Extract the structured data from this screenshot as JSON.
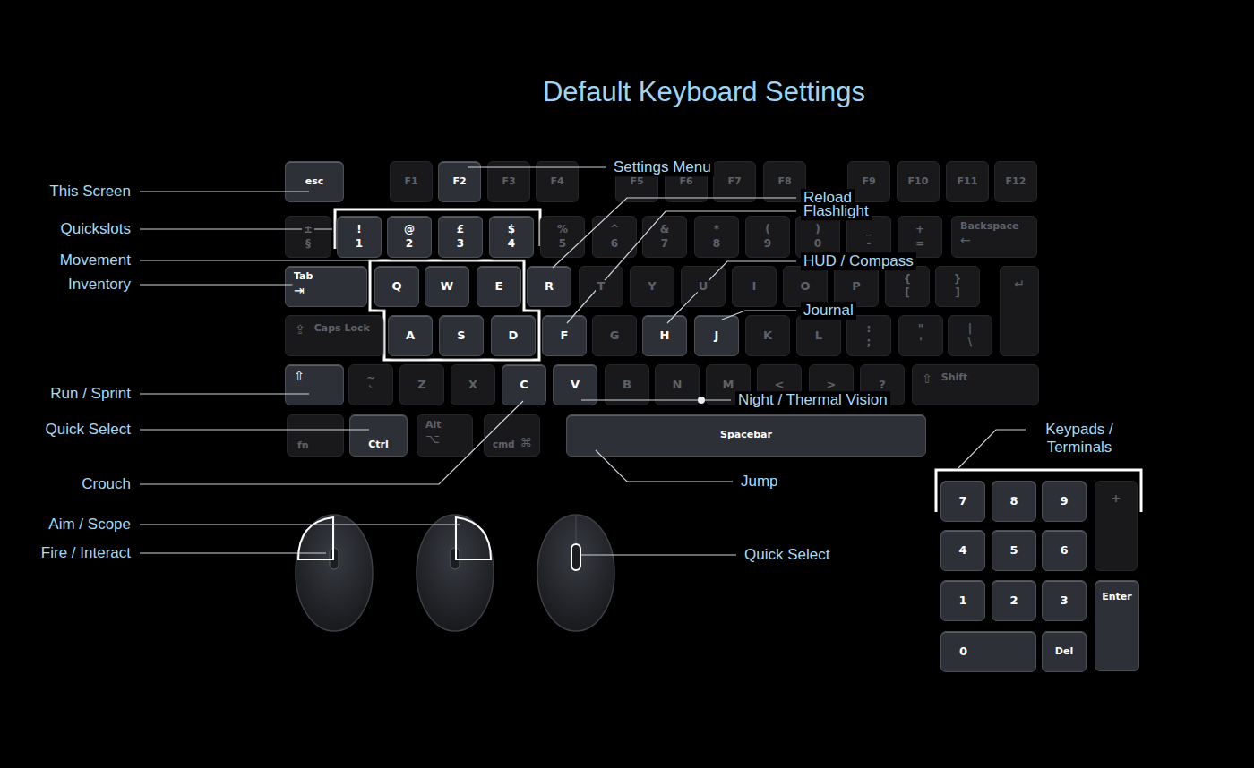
{
  "diagram": {
    "title": "Default Keyboard Settings",
    "nodes": [
      {
        "text": [
          "esc"
        ]
      },
      {
        "text": [
          "F1"
        ]
      },
      {
        "text": [
          "F2"
        ]
      },
      {
        "text": [
          "F3"
        ]
      },
      {
        "text": [
          "F4"
        ]
      },
      {
        "text": [
          "F5"
        ]
      },
      {
        "text": [
          "F6"
        ]
      },
      {
        "text": [
          "F7"
        ]
      },
      {
        "text": [
          "F8"
        ]
      },
      {
        "text": [
          "F9"
        ]
      },
      {
        "text": [
          "F10"
        ]
      },
      {
        "text": [
          "F11"
        ]
      },
      {
        "text": [
          "F12"
        ]
      },
      {
        "text": [
          "±",
          "§"
        ]
      },
      {
        "text": [
          "!",
          "1"
        ]
      },
      {
        "text": [
          "@",
          "2"
        ]
      },
      {
        "text": [
          "£",
          "3"
        ]
      },
      {
        "text": [
          "$",
          "4"
        ]
      },
      {
        "text": [
          "%",
          "5"
        ]
      },
      {
        "text": [
          "^",
          "6"
        ]
      },
      {
        "text": [
          "&",
          "7"
        ]
      },
      {
        "text": [
          "*",
          "8"
        ]
      },
      {
        "text": [
          "(",
          "9"
        ]
      },
      {
        "text": [
          ")",
          "0"
        ]
      },
      {
        "text": [
          "_",
          "-"
        ]
      },
      {
        "text": [
          "+",
          "="
        ]
      },
      {
        "text": [
          "Backspace",
          "←"
        ]
      },
      {
        "text": [
          "Tab",
          "⇥"
        ]
      },
      {
        "text": [
          "Q"
        ]
      },
      {
        "text": [
          "W"
        ]
      },
      {
        "text": [
          "E"
        ]
      },
      {
        "text": [
          "R"
        ]
      },
      {
        "text": [
          "T"
        ]
      },
      {
        "text": [
          "Y"
        ]
      },
      {
        "text": [
          "U"
        ]
      },
      {
        "text": [
          "I"
        ]
      },
      {
        "text": [
          "O"
        ]
      },
      {
        "text": [
          "P"
        ]
      },
      {
        "text": [
          "{",
          "["
        ]
      },
      {
        "text": [
          "}",
          "]"
        ]
      },
      {
        "text": [
          "↵"
        ]
      },
      {
        "text": [
          "⇪",
          "Caps Lock"
        ]
      },
      {
        "text": [
          "A"
        ]
      },
      {
        "text": [
          "S"
        ]
      },
      {
        "text": [
          "D"
        ]
      },
      {
        "text": [
          "F"
        ]
      },
      {
        "text": [
          "G"
        ]
      },
      {
        "text": [
          "H"
        ]
      },
      {
        "text": [
          "J"
        ]
      },
      {
        "text": [
          "K"
        ]
      },
      {
        "text": [
          "L"
        ]
      },
      {
        "text": [
          ":",
          ";"
        ]
      },
      {
        "text": [
          "\"",
          "'"
        ]
      },
      {
        "text": [
          "|",
          "\\"
        ]
      },
      {
        "text": [
          "⇧"
        ]
      },
      {
        "text": [
          "~",
          "`"
        ]
      },
      {
        "text": [
          "Z"
        ]
      },
      {
        "text": [
          "X"
        ]
      },
      {
        "text": [
          "C"
        ]
      },
      {
        "text": [
          "V"
        ]
      },
      {
        "text": [
          "B"
        ]
      },
      {
        "text": [
          "N"
        ]
      },
      {
        "text": [
          "M"
        ]
      },
      {
        "text": [
          "<"
        ]
      },
      {
        "text": [
          ">"
        ]
      },
      {
        "text": [
          "?"
        ]
      },
      {
        "text": [
          "⇧",
          "Shift"
        ]
      },
      {
        "text": [
          "fn"
        ]
      },
      {
        "text": [
          "Ctrl"
        ]
      },
      {
        "text": [
          "Alt",
          "⌥"
        ]
      },
      {
        "text": [
          "cmd",
          "⌘"
        ]
      },
      {
        "text": [
          "Spacebar"
        ]
      },
      {
        "text": [
          "7"
        ]
      },
      {
        "text": [
          "8"
        ]
      },
      {
        "text": [
          "9"
        ]
      },
      {
        "text": [
          "+"
        ]
      },
      {
        "text": [
          "4"
        ]
      },
      {
        "text": [
          "5"
        ]
      },
      {
        "text": [
          "6"
        ]
      },
      {
        "text": [
          "1"
        ]
      },
      {
        "text": [
          "2"
        ]
      },
      {
        "text": [
          "3"
        ]
      },
      {
        "text": [
          "Enter"
        ]
      },
      {
        "text": [
          "0"
        ]
      },
      {
        "text": [
          "Del"
        ]
      }
    ],
    "labels": [
      "Settings Menu",
      "This Screen",
      "Reload",
      "Flashlight",
      "Quickslots",
      "Movement",
      "HUD / Compass",
      "Inventory",
      "Journal",
      "Run / Sprint",
      "Night / Thermal Vision",
      "Quick Select",
      "Keypads / Terminals",
      "Jump",
      "Crouch",
      "Aim / Scope",
      "Fire / Interact",
      "Quick Select"
    ]
  }
}
